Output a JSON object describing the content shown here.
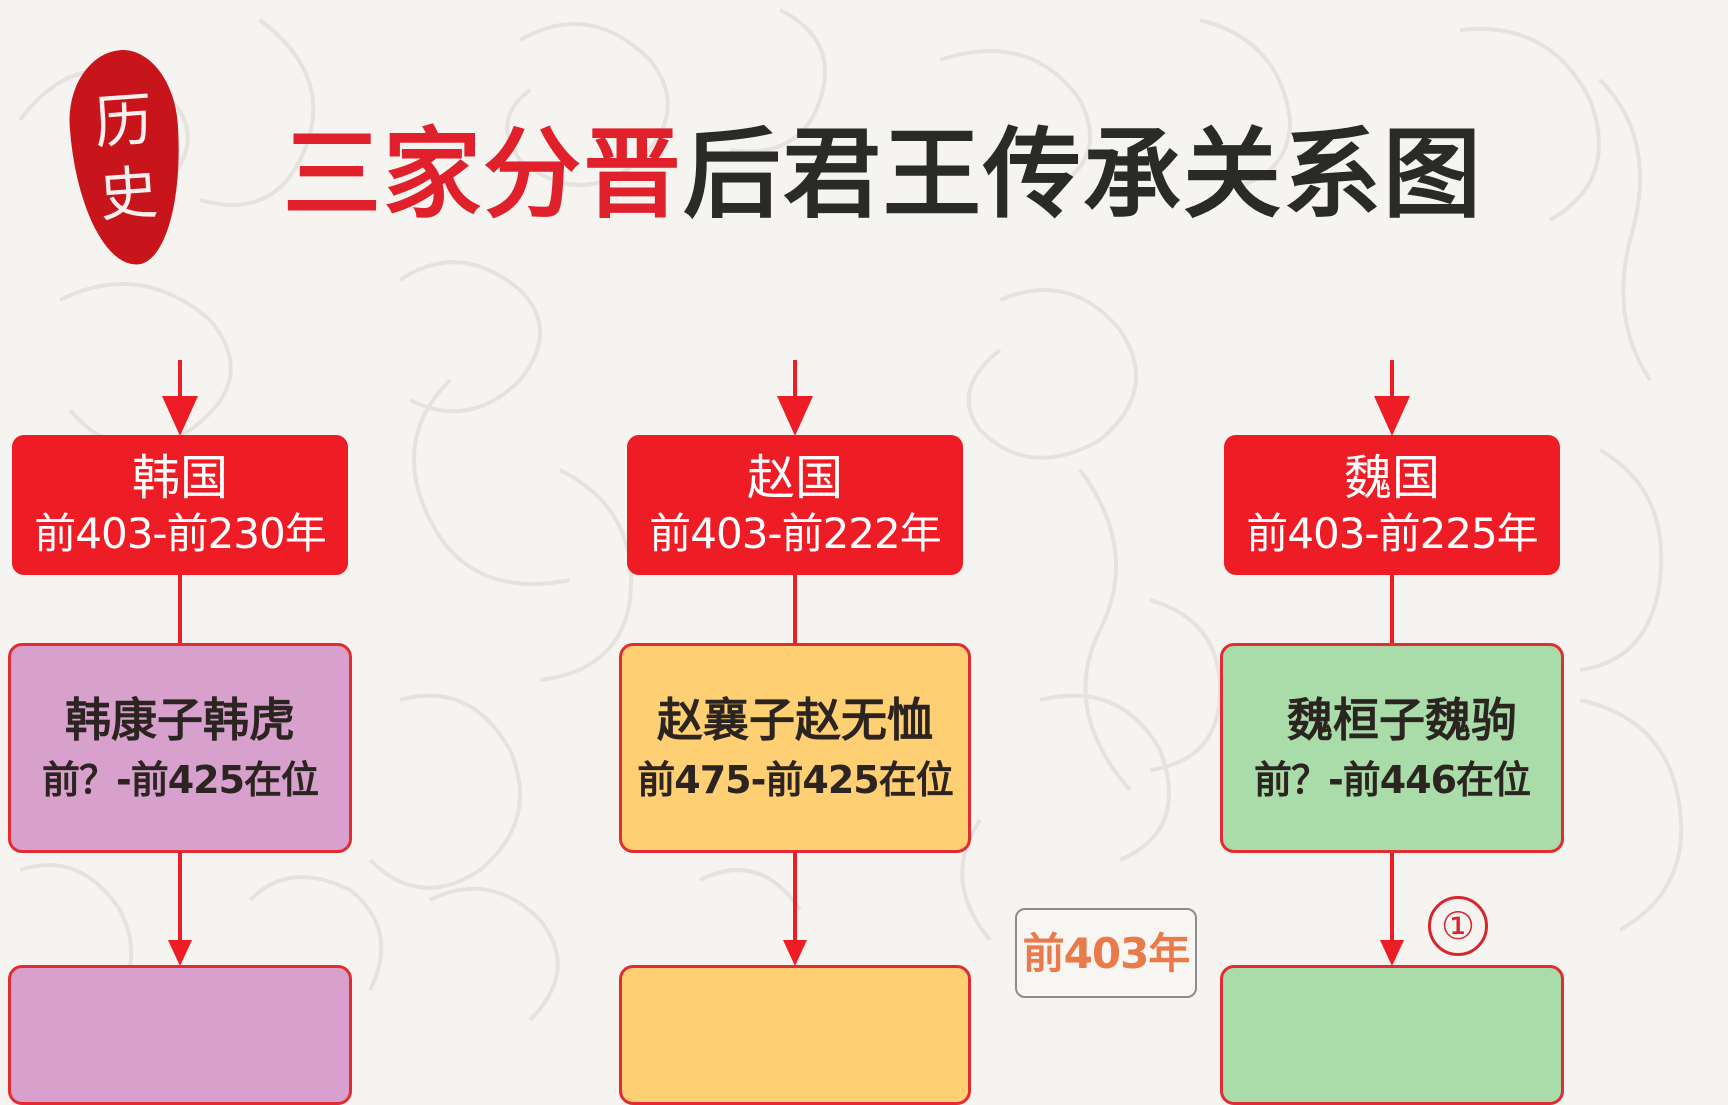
{
  "seal": {
    "chars": [
      "历",
      "史"
    ]
  },
  "title": {
    "highlight": "三家分晋",
    "rest": "后君王传承关系图"
  },
  "colors": {
    "state_red": "#ee1c25",
    "han_ruler": "#d8a0cc",
    "zhao_ruler": "#ffcf73",
    "wei_ruler": "#aadcaa",
    "label_orange": "#ea7a4a",
    "background": "#f6f4f1"
  },
  "columns": [
    {
      "state": "韩国",
      "period": "前403-前230年",
      "ruler": {
        "name": "韩康子韩虎",
        "reign": "前？-前425在位"
      }
    },
    {
      "state": "赵国",
      "period": "前403-前222年",
      "ruler": {
        "name": "赵襄子赵无恤",
        "reign": "前475-前425在位"
      }
    },
    {
      "state": "魏国",
      "period": "前403-前225年",
      "ruler": {
        "name": "魏桓子魏驹",
        "reign": "前？-前446在位"
      }
    }
  ],
  "year_label": "前403年",
  "step_marker": "①"
}
